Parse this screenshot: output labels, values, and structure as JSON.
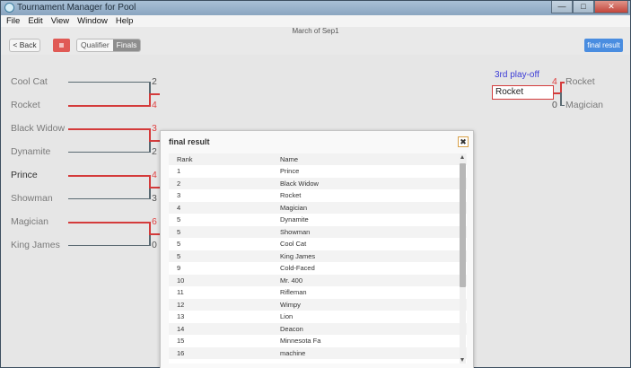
{
  "window": {
    "title": "Tournament Manager for Pool",
    "controls": {
      "minimize": "—",
      "maximize": "□",
      "close": "✕"
    }
  },
  "menu": [
    "File",
    "Edit",
    "View",
    "Window",
    "Help"
  ],
  "app_title": "March of Sep1",
  "toolbar": {
    "back_label": "< Back",
    "tabs": [
      {
        "label": "Qualifier",
        "active": false
      },
      {
        "label": "Finals",
        "active": true
      }
    ],
    "final_result_label": "final result"
  },
  "bracket": {
    "matches": [
      {
        "top": {
          "name": "Cool Cat",
          "score": "2",
          "win": false
        },
        "bottom": {
          "name": "Rocket",
          "score": "4",
          "win": true
        }
      },
      {
        "top": {
          "name": "Black Widow",
          "score": "3",
          "win": true
        },
        "bottom": {
          "name": "Dynamite",
          "score": "2",
          "win": false
        }
      },
      {
        "top": {
          "name": "Prince",
          "score": "4",
          "win": true
        },
        "bottom": {
          "name": "Showman",
          "score": "3",
          "win": false
        }
      },
      {
        "top": {
          "name": "Magician",
          "score": "6",
          "win": true
        },
        "bottom": {
          "name": "King James",
          "score": "0",
          "win": false
        }
      }
    ]
  },
  "playoff": {
    "label": "3rd play-off",
    "selected": "Rocket",
    "top": {
      "name": "Rocket",
      "score": "4"
    },
    "bottom": {
      "name": "Magician",
      "score": "0"
    }
  },
  "dialog": {
    "title": "final result",
    "close_label": "✖",
    "columns": [
      "Rank",
      "Name"
    ],
    "rows": [
      [
        "1",
        "Prince"
      ],
      [
        "2",
        "Black Widow"
      ],
      [
        "3",
        "Rocket"
      ],
      [
        "4",
        "Magician"
      ],
      [
        "5",
        "Dynamite"
      ],
      [
        "5",
        "Showman"
      ],
      [
        "5",
        "Cool Cat"
      ],
      [
        "5",
        "King James"
      ],
      [
        "9",
        "Cold-Faced"
      ],
      [
        "10",
        "Mr. 400"
      ],
      [
        "11",
        "Rifleman"
      ],
      [
        "12",
        "Wimpy"
      ],
      [
        "13",
        "Lion"
      ],
      [
        "14",
        "Deacon"
      ],
      [
        "15",
        "Minnesota Fa"
      ],
      [
        "16",
        "machine"
      ]
    ]
  }
}
